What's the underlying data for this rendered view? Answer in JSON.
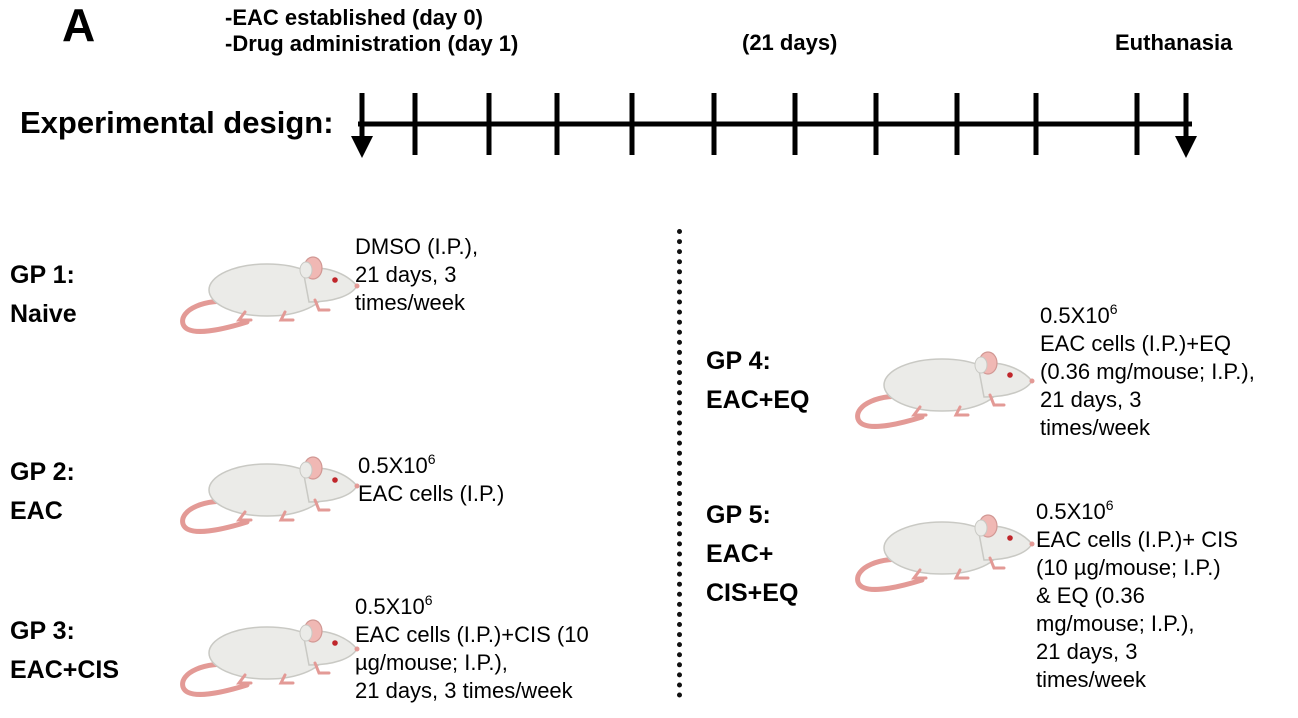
{
  "panel_label": "A",
  "header": {
    "line1": "-EAC established (day 0)",
    "line2": "-Drug administration  (day 1)",
    "middle": "(21 days)",
    "end": "Euthanasia"
  },
  "design_label": "Experimental design:",
  "groups": [
    {
      "id": "GP 1:",
      "name": "Naive",
      "desc": [
        "DMSO (I.P.),",
        "21 days, 3",
        "times/week"
      ]
    },
    {
      "id": "GP 2:",
      "name": "EAC",
      "desc_main": "0.5X10",
      "desc_sup": "6",
      "desc": [
        "EAC cells (I.P.)"
      ]
    },
    {
      "id": "GP 3:",
      "name": "EAC+CIS",
      "desc_main": "0.5X10",
      "desc_sup": "6",
      "desc": [
        "EAC cells (I.P.)+CIS (10",
        "µg/mouse; I.P.),",
        "21 days, 3 times/week"
      ]
    },
    {
      "id": "GP 4:",
      "name": "EAC+EQ",
      "desc_main": "0.5X10",
      "desc_sup": "6",
      "desc": [
        "EAC cells (I.P.)+EQ",
        "(0.36 mg/mouse; I.P.),",
        "21 days, 3",
        "times/week"
      ]
    },
    {
      "id": "GP 5:",
      "name_line1": "EAC+",
      "name_line2": "CIS+EQ",
      "desc_main": "0.5X10",
      "desc_sup": "6",
      "desc": [
        "EAC cells (I.P.)+ CIS",
        "(10 µg/mouse; I.P.)",
        "& EQ (0.36",
        "mg/mouse; I.P.),",
        "21 days, 3",
        "times/week"
      ]
    }
  ],
  "colors": {
    "mouse_body": "#ebebe8",
    "mouse_tail": "#e39a96",
    "mouse_ear": "#f0b8b4",
    "eye": "#c0262b"
  }
}
